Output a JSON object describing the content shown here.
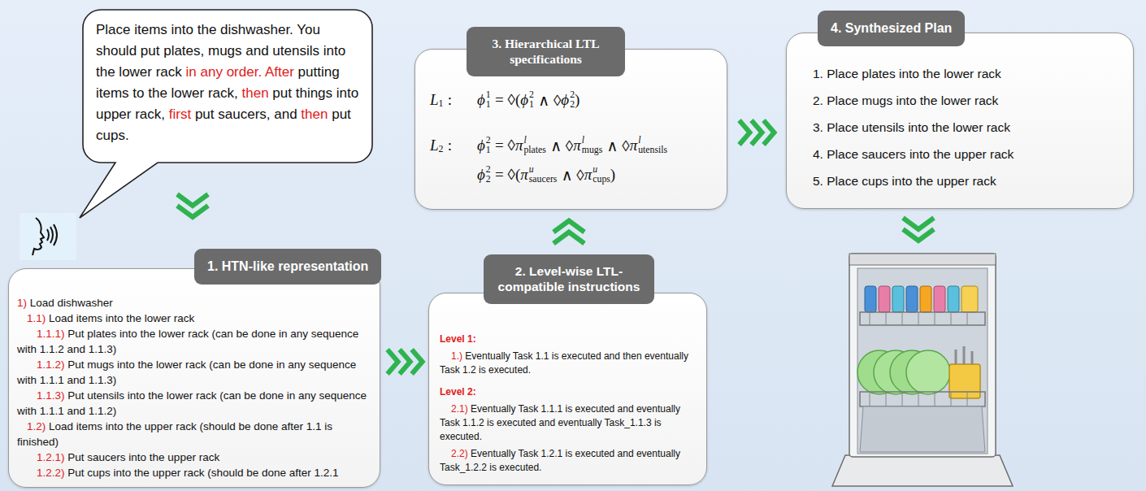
{
  "diagram": {
    "nodes": [
      {
        "text": [
          "Place items into the dishwasher. You should put plates, mugs and utensils into the lower rack",
          "in any order.",
          "After",
          "putting items to the lower rack,",
          "then",
          "put things into upper rack,",
          "first",
          "put saucers, and",
          "then",
          "put cups."
        ]
      },
      {
        "text": [
          "1. HTN-like representation",
          "1)",
          "Load dishwasher",
          "1.1)",
          "Load items into the lower rack",
          "1.1.1)",
          "Put plates into the lower rack (can be done in any sequence with 1.1.2 and 1.1.3)",
          "1.1.2)",
          "Put mugs into the lower rack (can be done in any sequence with 1.1.1 and 1.1.3)",
          "1.1.3)",
          "Put utensils into the lower rack (can be done in any sequence with 1.1.1 and 1.1.2)",
          "1.2)",
          "Load items into the upper rack (should be done after 1.1 is finished)",
          "1.2.1)",
          "Put saucers into the upper rack",
          "1.2.2)",
          "Put cups into the upper rack (should be done after 1.2.1"
        ]
      },
      {
        "text": [
          "2. Level-wise LTL-compatible instructions",
          "Level 1:",
          "1.)",
          "Eventually Task 1.1 is executed and then eventually Task 1.2 is executed.",
          "Level 2:",
          "2.1)",
          "Eventually Task 1.1.1 is executed and eventually Task 1.1.2 is executed and eventually Task_1.1.3 is executed.",
          "2.2)",
          "Eventually Task 1.2.1 is executed and eventually Task_1.2.2 is executed."
        ]
      },
      {
        "text": [
          "3. Hierarchical LTL specifications",
          "L",
          "1",
          ":",
          "ϕ",
          "1",
          "1",
          "= ◊(",
          "ϕ",
          "2",
          "1",
          "∧ ◊",
          "ϕ",
          "2",
          "2",
          ")",
          "L",
          "2",
          ":",
          "ϕ",
          "2",
          "1",
          "= ◊",
          "π",
          "l",
          "plates",
          "∧ ◊",
          "π",
          "l",
          "mugs",
          "∧ ◊",
          "π",
          "l",
          "utensils",
          "ϕ",
          "2",
          "2",
          "= ◊(",
          "π",
          "u",
          "saucers",
          "∧ ◊",
          "π",
          "u",
          "cups",
          ")"
        ]
      },
      {
        "text": [
          "4. Synthesized Plan",
          "1. Place plates into the lower rack",
          "2. Place mugs into the lower rack",
          "3. Place utensils into the lower rack",
          "4. Place saucers into the upper rack",
          "5. Place cups into the upper rack"
        ]
      }
    ],
    "edges": [
      {
        "from": 0,
        "to": 1,
        "arrow": "to"
      },
      {
        "from": 1,
        "to": 2,
        "arrow": "to"
      },
      {
        "from": 2,
        "to": 3,
        "arrow": "to"
      },
      {
        "from": 3,
        "to": 4,
        "arrow": "to"
      }
    ]
  }
}
